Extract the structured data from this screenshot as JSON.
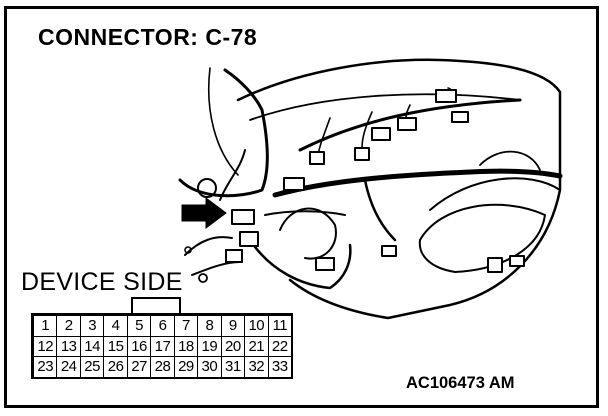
{
  "title": "CONNECTOR: C-78",
  "device_side_label": "DEVICE SIDE",
  "figure_code": "AC106473 AM",
  "connector": {
    "rows": [
      [
        "1",
        "2",
        "3",
        "4",
        "5",
        "6",
        "7",
        "8",
        "9",
        "10",
        "11"
      ],
      [
        "12",
        "13",
        "14",
        "15",
        "16",
        "17",
        "18",
        "19",
        "20",
        "21",
        "22"
      ],
      [
        "23",
        "24",
        "25",
        "26",
        "27",
        "28",
        "29",
        "30",
        "31",
        "32",
        "33"
      ]
    ]
  }
}
